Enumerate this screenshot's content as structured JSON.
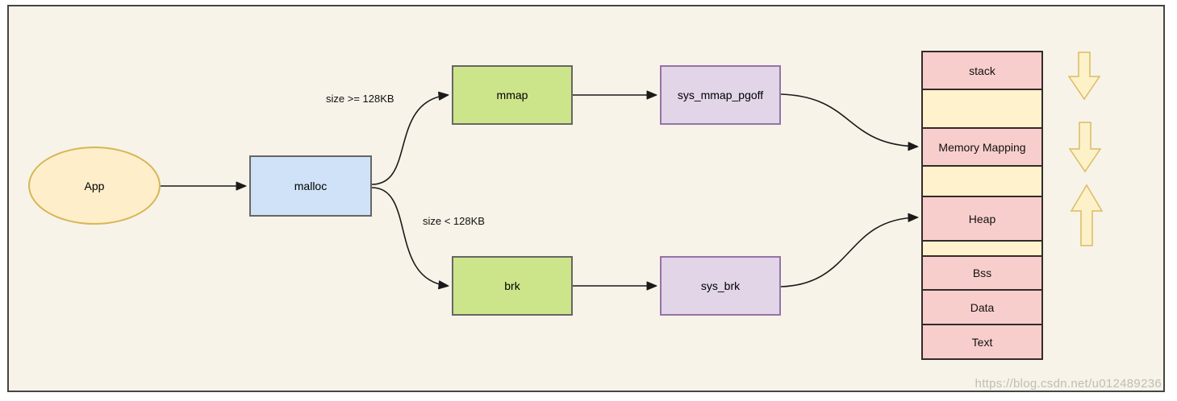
{
  "colors": {
    "canvas_background": "#f7f3e8",
    "canvas_border": "#454545",
    "app_fill": "#feeec9",
    "app_stroke": "#d6b656",
    "malloc_fill": "#cfe2f7",
    "malloc_stroke": "#666666",
    "libcall_fill": "#cde58a",
    "libcall_stroke": "#666666",
    "syscall_fill": "#e1d5e7",
    "syscall_stroke": "#9673a6",
    "segment_fill": "#f8cecc",
    "free_region_fill": "#fff2cc",
    "segment_stroke": "#332b2b",
    "growth_arrow_fill": "#fdf1c9",
    "growth_arrow_stroke": "#dabd63",
    "connector_color": "#1a1a1a"
  },
  "nodes": {
    "app": {
      "label": "App",
      "shape": "ellipse"
    },
    "malloc": {
      "label": "malloc",
      "shape": "rect"
    },
    "mmap": {
      "label": "mmap",
      "shape": "rect"
    },
    "sys_mmap_pgoff": {
      "label": "sys_mmap_pgoff",
      "shape": "rect"
    },
    "brk": {
      "label": "brk",
      "shape": "rect"
    },
    "sys_brk": {
      "label": "sys_brk",
      "shape": "rect"
    }
  },
  "edge_labels": {
    "mmap_condition": "size >= 128KB",
    "brk_condition": "size < 128KB"
  },
  "edges": [
    {
      "from": "App",
      "to": "malloc"
    },
    {
      "from": "malloc",
      "to": "mmap",
      "label": "size >= 128KB"
    },
    {
      "from": "malloc",
      "to": "brk",
      "label": "size < 128KB"
    },
    {
      "from": "mmap",
      "to": "sys_mmap_pgoff"
    },
    {
      "from": "brk",
      "to": "sys_brk"
    },
    {
      "from": "sys_mmap_pgoff",
      "to": "Memory Mapping"
    },
    {
      "from": "sys_brk",
      "to": "Heap"
    }
  ],
  "memory_layout": {
    "rows": [
      {
        "label": "stack",
        "kind": "segment"
      },
      {
        "label": "",
        "kind": "free"
      },
      {
        "label": "Memory Mapping",
        "kind": "segment"
      },
      {
        "label": "",
        "kind": "free"
      },
      {
        "label": "Heap",
        "kind": "segment"
      },
      {
        "label": "",
        "kind": "free"
      },
      {
        "label": "Bss",
        "kind": "segment"
      },
      {
        "label": "Data",
        "kind": "segment"
      },
      {
        "label": "Text",
        "kind": "segment"
      }
    ]
  },
  "growth_arrows": [
    {
      "icon": "arrow-down-icon",
      "direction": "down"
    },
    {
      "icon": "arrow-down-icon",
      "direction": "down"
    },
    {
      "icon": "arrow-up-icon",
      "direction": "up"
    }
  ],
  "watermark": {
    "text": "https://blog.csdn.net/u012489236"
  }
}
